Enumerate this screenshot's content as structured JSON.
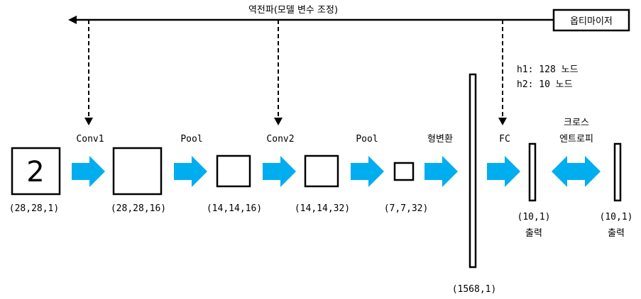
{
  "backprop_label": "역전파(모델 변수 조정)",
  "optimizer_label": "옵티마이저",
  "fc_nodes": {
    "h1": "h1: 128 노드",
    "h2": "h2: 10 노드"
  },
  "input_digit": "2",
  "steps": {
    "conv1": "Conv1",
    "pool1": "Pool",
    "conv2": "Conv2",
    "pool2": "Pool",
    "reshape": "형변환",
    "fc": "FC",
    "cross_entropy_line1": "크로스",
    "cross_entropy_line2": "엔트로피"
  },
  "shapes": {
    "input": "(28,28,1)",
    "conv1": "(28,28,16)",
    "pool1": "(14,14,16)",
    "conv2": "(14,14,32)",
    "pool2": "(7,7,32)",
    "flat": "(1568,1)",
    "fc_out": "(10,1)",
    "target": "(10,1)"
  },
  "output_label": "출력",
  "target_label": "출력",
  "colors": {
    "flow_arrow": "#00AEEF",
    "stroke": "#000000"
  }
}
